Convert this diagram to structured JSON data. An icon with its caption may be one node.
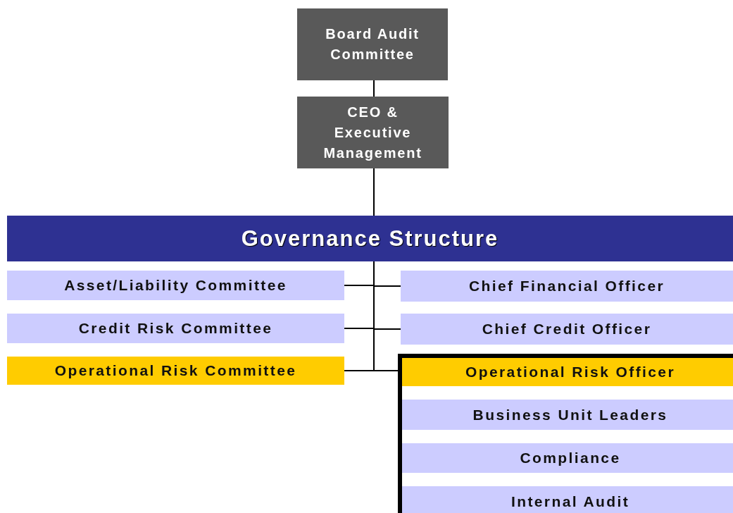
{
  "diagram": {
    "nodes": [
      {
        "text": [
          "Board Audit Committee"
        ]
      },
      {
        "text": [
          "CEO & Executive Management"
        ]
      },
      {
        "text": [
          "Governance Structure"
        ]
      },
      {
        "text": [
          "Asset/Liability Committee"
        ]
      },
      {
        "text": [
          "Chief Financial Officer"
        ]
      },
      {
        "text": [
          "Credit Risk Committee"
        ]
      },
      {
        "text": [
          "Chief Credit Officer"
        ]
      },
      {
        "text": [
          "Operational Risk Committee"
        ]
      },
      {
        "text": [],
        "shape": "box"
      },
      {
        "text": [
          "Operational Risk Officer"
        ],
        "in": 8
      },
      {
        "text": [
          "Business Unit Leaders"
        ],
        "in": 8
      },
      {
        "text": [
          "Compliance"
        ],
        "in": 8
      },
      {
        "text": [
          "Internal Audit"
        ],
        "in": 8
      }
    ],
    "edges": [
      {
        "from": 0,
        "to": 1,
        "arrow": "none"
      },
      {
        "from": 1,
        "to": 2,
        "arrow": "none"
      },
      {
        "from": 2,
        "to": 3,
        "arrow": "none"
      },
      {
        "from": 2,
        "to": 4,
        "arrow": "none"
      },
      {
        "from": 2,
        "to": 5,
        "arrow": "none"
      },
      {
        "from": 2,
        "to": 6,
        "arrow": "none"
      },
      {
        "from": 2,
        "to": 7,
        "arrow": "none"
      },
      {
        "from": 2,
        "to": 8,
        "arrow": "none"
      }
    ]
  }
}
